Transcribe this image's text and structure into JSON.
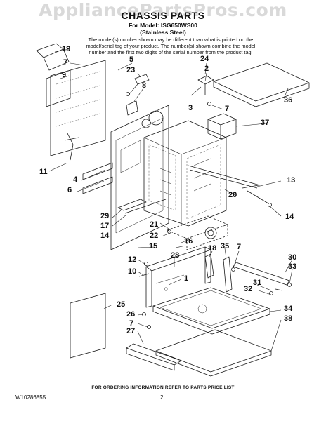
{
  "watermark": "AppliancePartsPros.com",
  "header": {
    "title": "CHASSIS PARTS",
    "model_line": "For Model: ISG650WS00",
    "finish_line": "(Stainless Steel)",
    "note": "The model(s) number shown may be different than what is printed on the model/serial tag of your product. The number(s) shown combine the model number and the first two digits of the serial number from the product tag."
  },
  "callouts": [
    "19",
    "7",
    "9",
    "11",
    "4",
    "6",
    "5",
    "23",
    "8",
    "24",
    "2",
    "3",
    "7",
    "36",
    "37",
    "13",
    "20",
    "14",
    "29",
    "17",
    "21",
    "22",
    "16",
    "15",
    "14",
    "12",
    "28",
    "18",
    "35",
    "7",
    "30",
    "33",
    "10",
    "1",
    "31",
    "32",
    "25",
    "26",
    "7",
    "27",
    "34",
    "38"
  ],
  "footer": {
    "ordering_info": "FOR ORDERING INFORMATION REFER TO PARTS PRICE LIST",
    "part_number": "W10286855",
    "page_number": "2"
  },
  "colors": {
    "line": "#1a1a1a",
    "watermark": "#d9d9d9",
    "background": "#ffffff"
  }
}
